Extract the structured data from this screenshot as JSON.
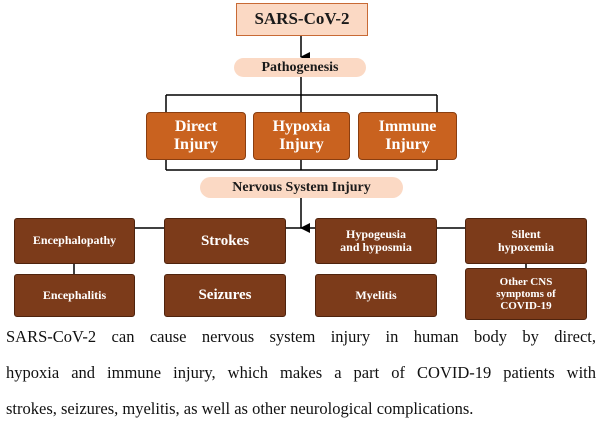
{
  "diagram": {
    "root": "SARS-CoV-2",
    "pathogenesis": "Pathogenesis",
    "mechanisms": [
      {
        "line1": "Direct",
        "line2": "Injury"
      },
      {
        "line1": "Hypoxia",
        "line2": "Injury"
      },
      {
        "line1": "Immune",
        "line2": "Injury"
      }
    ],
    "nervous_system_injury": "Nervous System Injury",
    "symptoms_top": [
      {
        "line1": "Encephalopathy",
        "line2": ""
      },
      {
        "line1": "Strokes",
        "line2": ""
      },
      {
        "line1": "Hypogeusia",
        "line2": "and hyposmia"
      },
      {
        "line1": "Silent",
        "line2": "hypoxemia"
      }
    ],
    "symptoms_bottom": [
      {
        "line1": "Encephalitis",
        "line2": "",
        "line3": ""
      },
      {
        "line1": "Seizures",
        "line2": "",
        "line3": ""
      },
      {
        "line1": "Myelitis",
        "line2": "",
        "line3": ""
      },
      {
        "line1": "Other CNS",
        "line2": "symptoms of",
        "line3": "COVID-19"
      }
    ]
  },
  "caption": {
    "line1": "SARS-CoV-2 can cause nervous system injury in human body by direct,",
    "line2": "hypoxia and immune injury, which makes a part of COVID-19 patients with",
    "line3": "strokes, seizures, myelitis, as well as other neurological complications."
  },
  "colors": {
    "light_fill": "#fbd9c4",
    "mechanism_fill": "#c9621f",
    "symptom_fill": "#7c3b1a",
    "line": "#000000"
  }
}
